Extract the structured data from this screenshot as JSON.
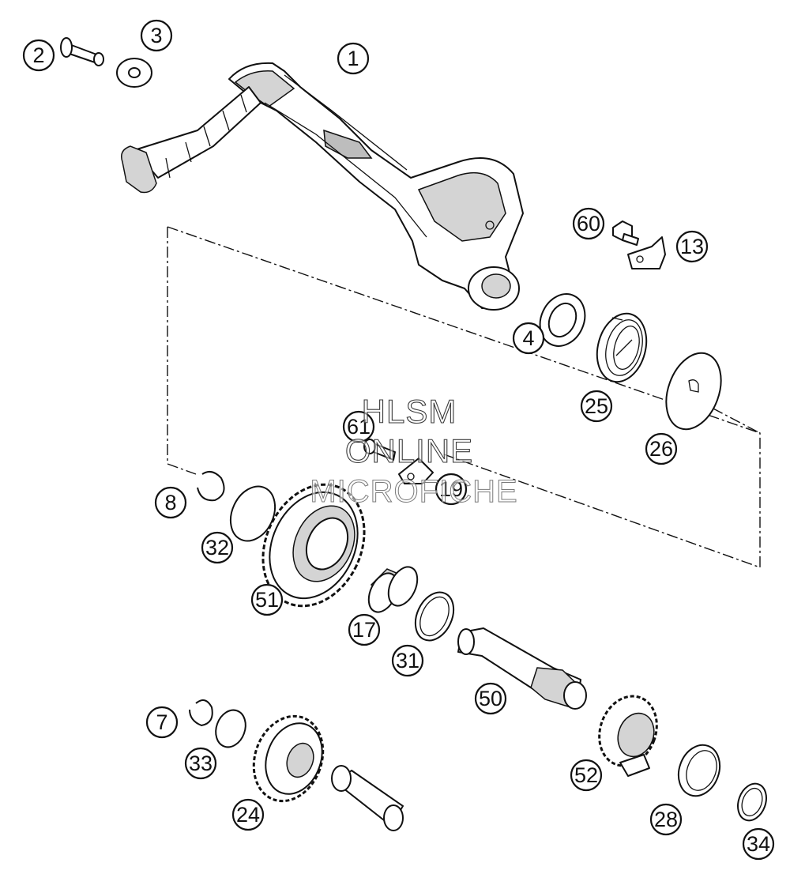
{
  "callouts": [
    {
      "label": "1"
    },
    {
      "label": "2"
    },
    {
      "label": "3"
    },
    {
      "label": "60"
    },
    {
      "label": "13"
    },
    {
      "label": "4"
    },
    {
      "label": "25"
    },
    {
      "label": "26"
    },
    {
      "label": "61"
    },
    {
      "label": "19"
    },
    {
      "label": "8"
    },
    {
      "label": "32"
    },
    {
      "label": "51"
    },
    {
      "label": "17"
    },
    {
      "label": "31"
    },
    {
      "label": "50"
    },
    {
      "label": "7"
    },
    {
      "label": "33"
    },
    {
      "label": "24"
    },
    {
      "label": "52"
    },
    {
      "label": "28"
    },
    {
      "label": "34"
    }
  ],
  "watermark": {
    "line1": "HLSM",
    "line2": "ONLINE",
    "line3": "MICROFICHE"
  }
}
